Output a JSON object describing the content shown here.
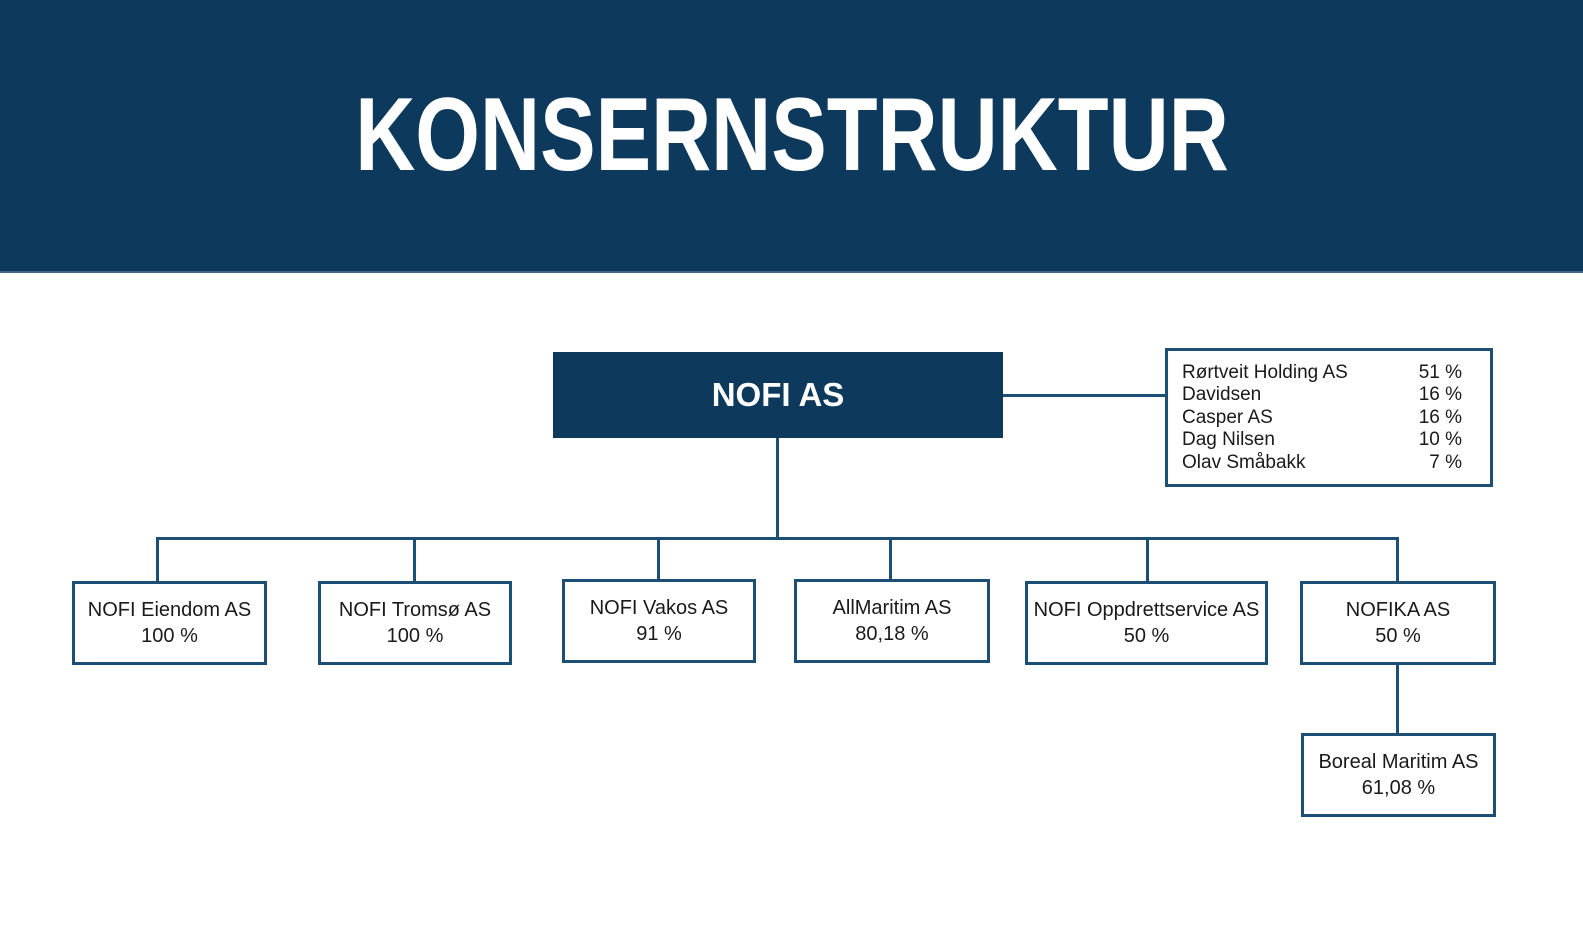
{
  "header": {
    "title": "KONSERNSTRUKTUR"
  },
  "colors": {
    "navy": "#0d3a5c",
    "line": "#1d4e74",
    "ink": "#1a1a1a",
    "paper": "#ffffff"
  },
  "org": {
    "root": {
      "name": "NOFI AS"
    },
    "shareholders": [
      {
        "name": "Rørtveit Holding AS",
        "share": "51 %"
      },
      {
        "name": "Davidsen",
        "share": "16 %"
      },
      {
        "name": "Casper AS",
        "share": "16 %"
      },
      {
        "name": "Dag Nilsen",
        "share": "10 %"
      },
      {
        "name": "Olav Småbakk",
        "share": "7 %"
      }
    ],
    "subsidiaries": [
      {
        "name": "NOFI Eiendom AS",
        "share": "100 %"
      },
      {
        "name": "NOFI Tromsø AS",
        "share": "100 %"
      },
      {
        "name": "NOFI Vakos AS",
        "share": "91 %"
      },
      {
        "name": "AllMaritim AS",
        "share": "80,18 %"
      },
      {
        "name": "NOFI Oppdrettservice AS",
        "share": "50 %"
      },
      {
        "name": "NOFIKA AS",
        "share": "50 %"
      }
    ],
    "sub_subsidiary": {
      "name": "Boreal Maritim AS",
      "share": "61,08 %",
      "parent": "NOFIKA AS"
    }
  }
}
